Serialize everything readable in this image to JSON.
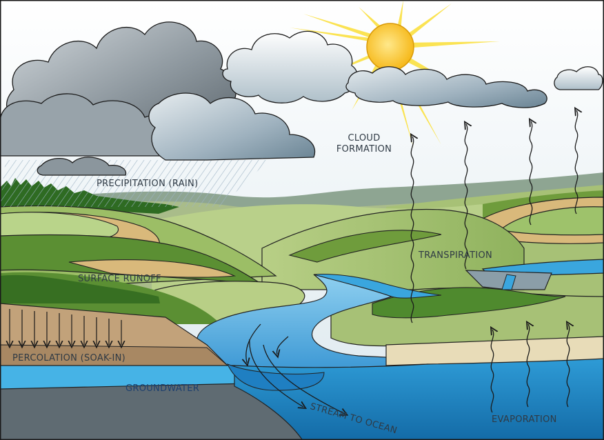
{
  "labels": {
    "cloud_formation": [
      "CLOUD",
      "FORMATION"
    ],
    "precipitation": "PRECIPITATION (RAIN)",
    "surface_runoff": "SURFACE RUNOFF",
    "transpiration": "TRANSPIRATION",
    "percolation": "PERCOLATION (SOAK-IN)",
    "groundwater": "GROUNDWATER",
    "stream_to_ocean": "STREAM TO OCEAN",
    "evaporation": "EVAPORATION"
  },
  "colors": {
    "sky_top": "#ffffff",
    "sky_bottom": "#dfe9ef",
    "cloud_dark": "#5d6870",
    "cloud_light": "#c9d3da",
    "sun": "#f8c21c",
    "sun_rays": "#fbe35a",
    "hill_green": "#9dbd6b",
    "hill_dark_green": "#4f8a2e",
    "field_tan": "#d8b57a",
    "water": "#3aa6de",
    "deep_water": "#1b78b8",
    "groundwater": "#46b3e6",
    "rock": "#5f6b72",
    "soil": "#c2a27a"
  },
  "icons": [
    "sun-icon",
    "cloud-icon",
    "rain-icon",
    "tree-line-icon",
    "wavy-arrow-icon",
    "flow-arrow-icon",
    "dam-icon"
  ]
}
